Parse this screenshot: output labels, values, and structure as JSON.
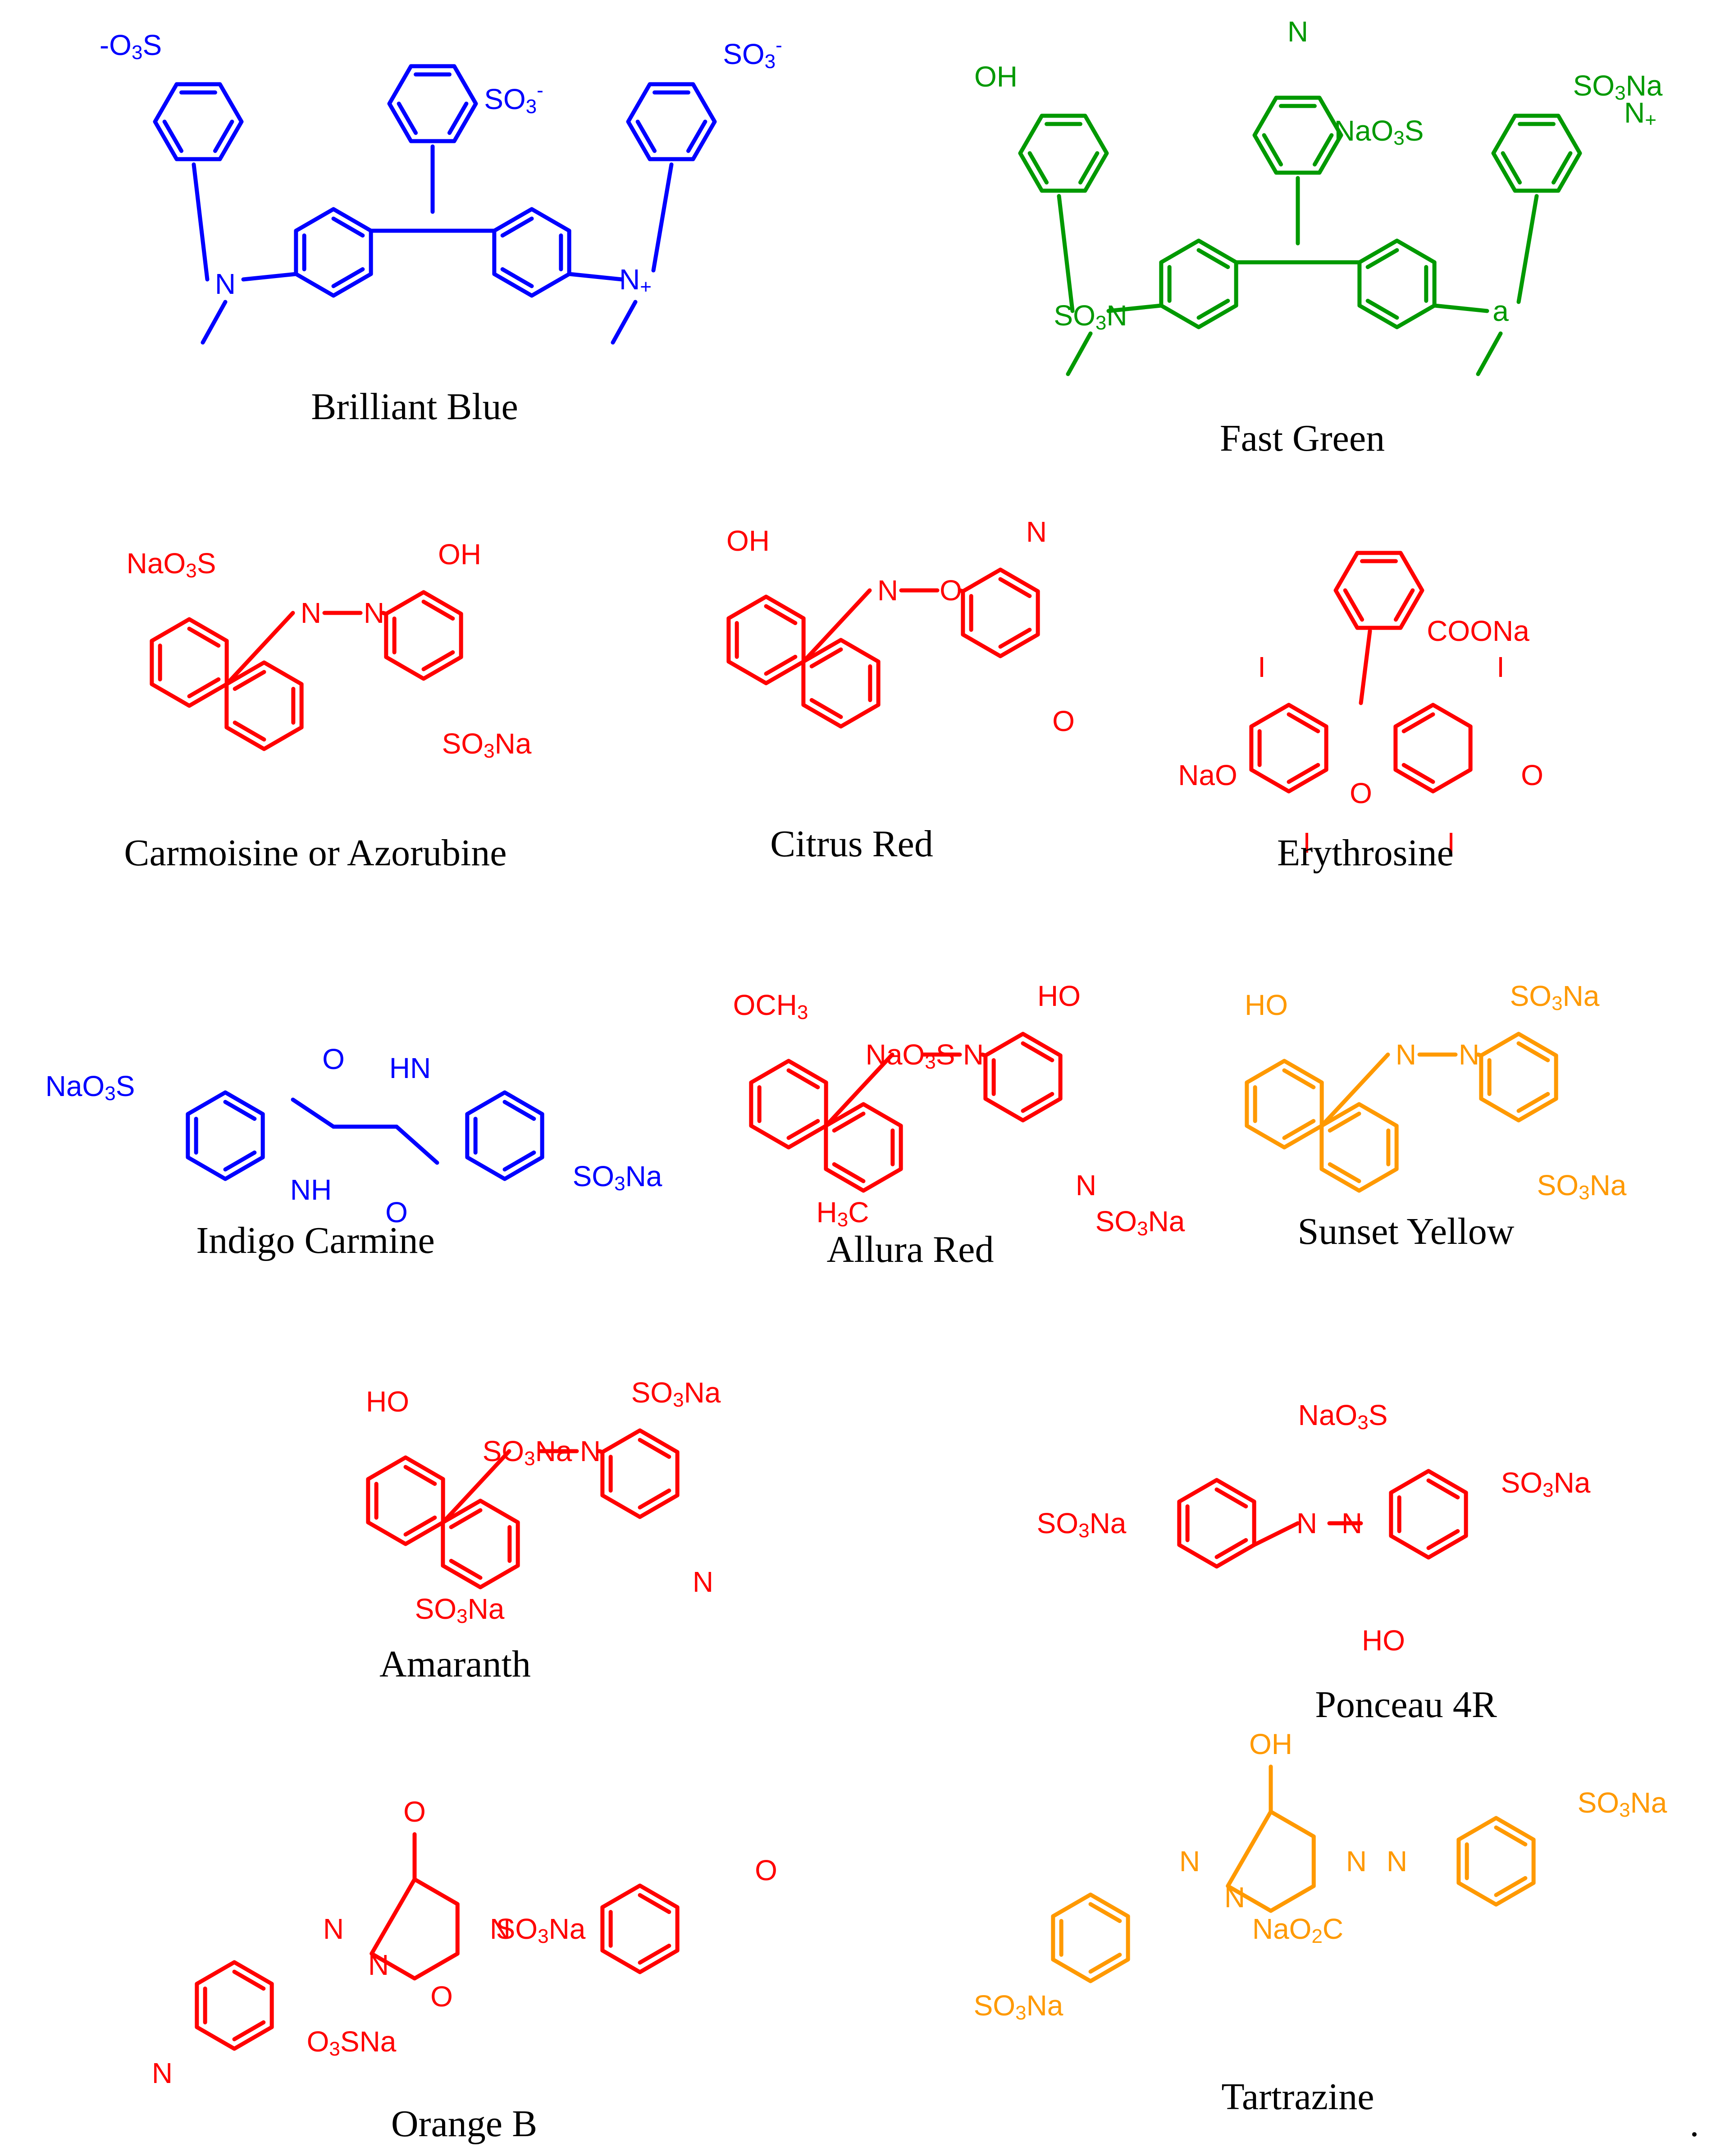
{
  "colors": {
    "blue": "#0000ff",
    "green": "#009900",
    "red": "#ff0000",
    "orange": "#ff9900",
    "caption": "#000000"
  },
  "compounds": [
    {
      "name": "Brilliant Blue",
      "color": "blue",
      "groups": [
        [
          "-O",
          "3",
          "S"
        ],
        [
          "SO",
          "3",
          "-"
        ],
        [
          "SO",
          "3",
          "-"
        ],
        [
          "N"
        ],
        [
          "N",
          "+"
        ]
      ]
    },
    {
      "name": "Fast Green",
      "color": "green",
      "groups": [
        [
          "OH"
        ],
        [
          "NaO",
          "3",
          "S"
        ],
        [
          "SO",
          "3",
          "Na"
        ],
        [
          "SO",
          "3",
          "N"
        ],
        [
          "a"
        ],
        [
          "N"
        ],
        [
          "N",
          "+"
        ]
      ]
    },
    {
      "name": "Carmoisine or Azorubine",
      "color": "red",
      "groups": [
        [
          "NaO",
          "3",
          "S"
        ],
        [
          "OH"
        ],
        [
          "N"
        ],
        [
          "N"
        ],
        [
          "SO",
          "3",
          "Na"
        ]
      ]
    },
    {
      "name": "Citrus Red",
      "color": "red",
      "groups": [
        [
          "OH"
        ],
        [
          "N"
        ],
        [
          "N"
        ],
        [
          "O"
        ],
        [
          "O"
        ]
      ]
    },
    {
      "name": "Erythrosine",
      "color": "red",
      "groups": [
        [
          "COONa"
        ],
        [
          "I"
        ],
        [
          "I"
        ],
        [
          "NaO"
        ],
        [
          "O"
        ],
        [
          "O"
        ],
        [
          "I"
        ],
        [
          "I"
        ]
      ]
    },
    {
      "name": "Indigo Carmine",
      "color": "blue",
      "groups": [
        [
          "NaO",
          "3",
          "S"
        ],
        [
          "O"
        ],
        [
          "HN"
        ],
        [
          "N",
          "",
          "H"
        ],
        [
          "O"
        ],
        [
          "SO",
          "3",
          "Na"
        ]
      ]
    },
    {
      "name": "Allura Red",
      "color": "red",
      "groups": [
        [
          "OCH",
          "3",
          ""
        ],
        [
          "HO"
        ],
        [
          "NaO",
          "3",
          "S"
        ],
        [
          "N"
        ],
        [
          "N"
        ],
        [
          "H",
          "3",
          "C"
        ],
        [
          "SO",
          "3",
          "Na"
        ]
      ]
    },
    {
      "name": "Sunset Yellow",
      "color": "orange",
      "groups": [
        [
          "HO"
        ],
        [
          "SO",
          "3",
          "Na"
        ],
        [
          "N"
        ],
        [
          "N"
        ],
        [
          "SO",
          "3",
          "Na"
        ]
      ]
    },
    {
      "name": "Amaranth",
      "color": "red",
      "groups": [
        [
          "HO"
        ],
        [
          "SO",
          "3",
          "Na"
        ],
        [
          "SO",
          "3",
          "Na"
        ],
        [
          "N"
        ],
        [
          "N"
        ],
        [
          "SO",
          "3",
          "Na"
        ]
      ]
    },
    {
      "name": "Ponceau 4R",
      "color": "red",
      "groups": [
        [
          "NaO",
          "3",
          "S"
        ],
        [
          "SO",
          "3",
          "Na"
        ],
        [
          "SO",
          "3",
          "Na"
        ],
        [
          "N"
        ],
        [
          "N"
        ],
        [
          "HO"
        ]
      ]
    },
    {
      "name": "Orange B",
      "color": "red",
      "groups": [
        [
          "O"
        ],
        [
          "O"
        ],
        [
          "N"
        ],
        [
          "N"
        ],
        [
          "N"
        ],
        [
          "N"
        ],
        [
          "SO",
          "3",
          "Na"
        ],
        [
          "O"
        ],
        [
          "O",
          "3",
          "SNa"
        ]
      ]
    },
    {
      "name": "Tartrazine",
      "color": "orange",
      "groups": [
        [
          "OH"
        ],
        [
          "SO",
          "3",
          "Na"
        ],
        [
          "SO",
          "3",
          "Na"
        ],
        [
          "N"
        ],
        [
          "N"
        ],
        [
          "N"
        ],
        [
          "N"
        ],
        [
          "NaO",
          "2",
          "C"
        ]
      ]
    }
  ],
  "trailing_mark": "."
}
